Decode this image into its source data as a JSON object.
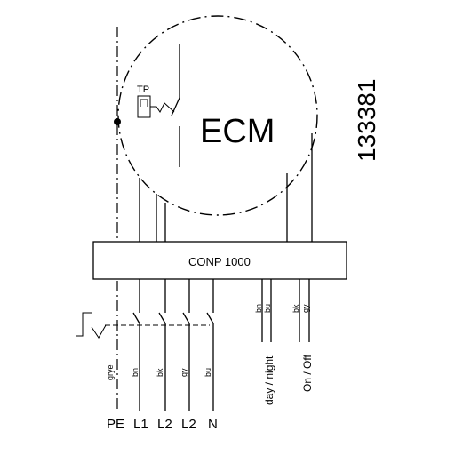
{
  "diagram": {
    "motor_label": "ECM",
    "thermal_protector_label": "TP",
    "document_number": "133381",
    "controller_label": "CONP 1000",
    "terminals": [
      "PE",
      "L1",
      "L2",
      "L2",
      "N"
    ],
    "mains_wire_colors": [
      "grye",
      "bn",
      "bk",
      "gy",
      "bu"
    ],
    "control_wire_colors": [
      "bn",
      "bu",
      "bk",
      "gy"
    ],
    "control_inputs": [
      "day / night",
      "On / Off"
    ]
  }
}
